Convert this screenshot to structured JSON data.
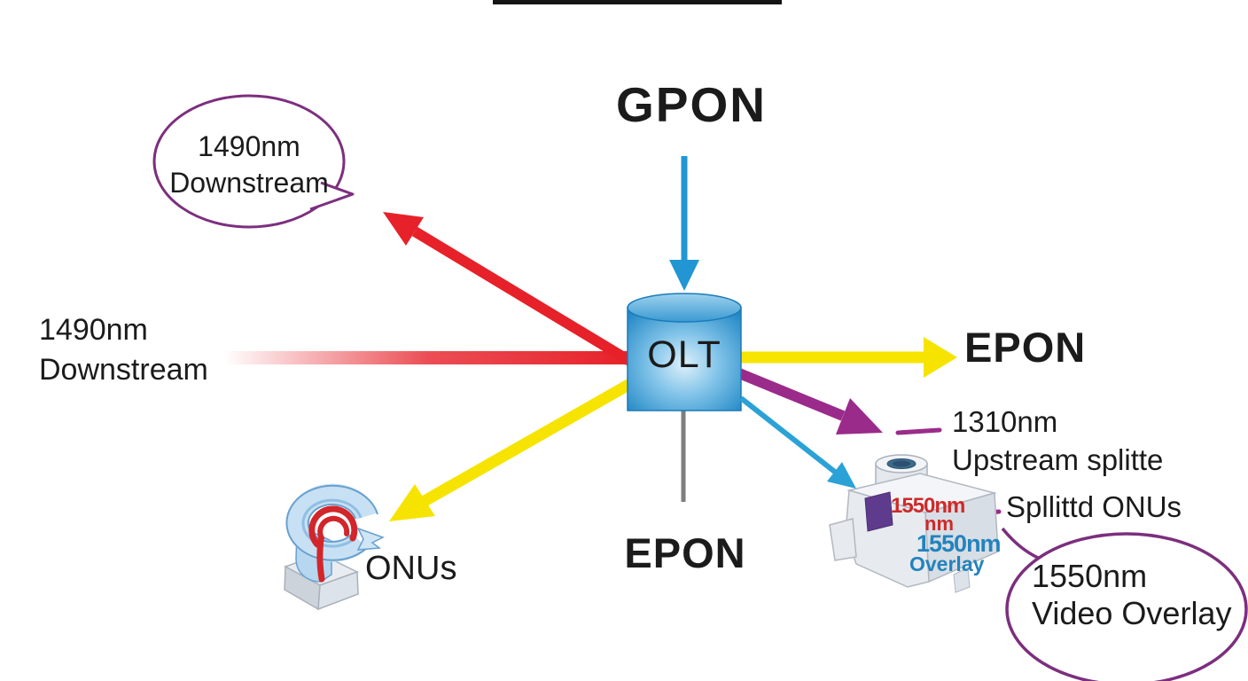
{
  "labels": {
    "gpon": "GPON",
    "epon_right": "EPON",
    "epon_bottom": "EPON",
    "olt": "OLT",
    "onus": "ONUs",
    "split_onus": "Spllittd ONUs"
  },
  "bubbles": {
    "downstream": {
      "line1": "1490nm",
      "line2": "Downstream"
    },
    "video_overlay": {
      "line1": "1550nm",
      "line2": "Video Overlay"
    }
  },
  "left_label": {
    "line1": "1490nm",
    "line2": "Downstream"
  },
  "upstream_label": {
    "line1": "1310nm",
    "line2": "Upstream splitte"
  },
  "splitter_labels": {
    "red_line1": "1550nm",
    "red_line2": "nm",
    "blue_line1": "1550nm",
    "blue_line2": "Overlay"
  },
  "icons": {
    "olt_device": "olt-cylinder-icon",
    "onu_device": "onu-coil-device-icon",
    "splitter_device": "optical-splitter-device-icon",
    "downstream_bubble": "speech-bubble-icon",
    "video_overlay_bubble": "speech-bubble-icon",
    "gpon_arrow": "gpon-down-arrow-icon",
    "red_downstream_arrow": "red-downstream-arrow-icon",
    "yellow_epon_arrow": "yellow-epon-arrow-icon",
    "yellow_onu_arrow": "yellow-onu-arrow-icon",
    "purple_upstream_arrow": "purple-upstream-arrow-icon",
    "cyan_overlay_arrow": "cyan-overlay-arrow-icon",
    "gray_epon_line": "gray-epon-line-icon"
  },
  "colors": {
    "red": "#e62129",
    "yellow": "#f6e400",
    "purple": "#9a2b8a",
    "bubble_purple": "#7c2f7e",
    "blue": "#2296d3",
    "cyan": "#2ba2d6",
    "gray_line": "#7e7e81",
    "olt_fill": "#2a90cc",
    "olt_border": "#1a7ab8",
    "text_black": "#1b1b1b",
    "splitter_red_text": "#ce2a28",
    "splitter_blue_text": "#2383bc",
    "onu_blue": "#b9d8f0",
    "onu_outline": "#69a0ce",
    "device_purple_patch": "#5f3b8e",
    "top_bar": "#141414"
  }
}
